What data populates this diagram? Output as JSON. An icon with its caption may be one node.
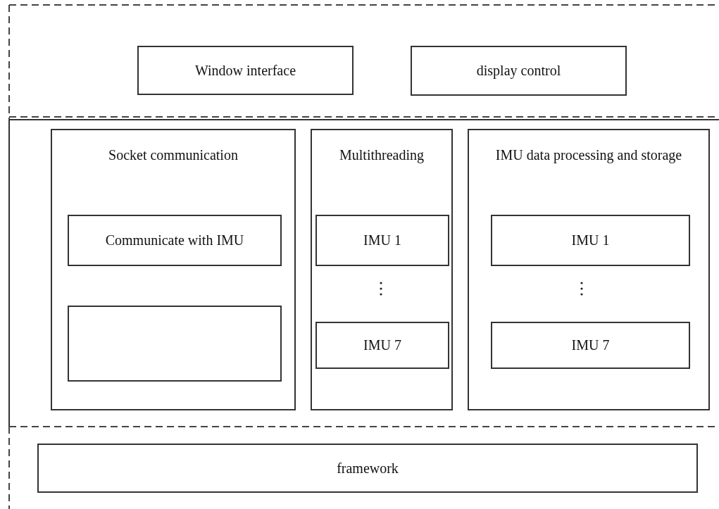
{
  "diagram": {
    "nodes": [
      {
        "text": [
          "Window interface"
        ]
      },
      {
        "text": [
          "display control"
        ]
      },
      {
        "text": [
          "Socket communication"
        ]
      },
      {
        "text": [
          "Communicate with IMU"
        ],
        "in": 2
      },
      {
        "text": [],
        "shape": "box",
        "in": 2
      },
      {
        "text": [
          "Multithreading"
        ]
      },
      {
        "text": [
          "IMU 1"
        ],
        "in": 5
      },
      {
        "text": [
          "IMU 7"
        ],
        "in": 5
      },
      {
        "text": [
          "IMU data processing and storage"
        ]
      },
      {
        "text": [
          "IMU 1"
        ],
        "in": 8
      },
      {
        "text": [
          "IMU 7"
        ],
        "in": 8
      },
      {
        "text": [
          "framework"
        ]
      }
    ]
  }
}
